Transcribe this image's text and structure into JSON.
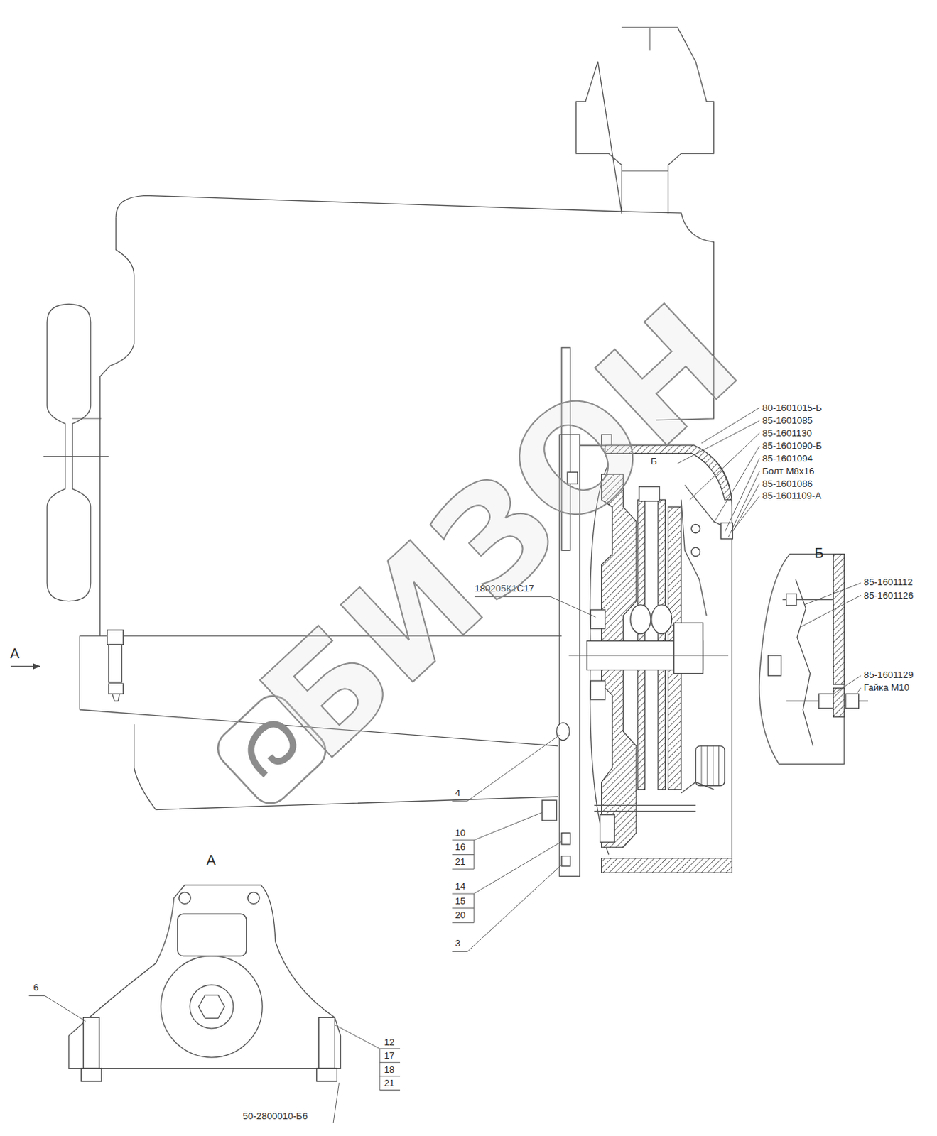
{
  "diagram": {
    "labels": [
      "80-1601015-Б",
      "85-1601085",
      "85-1601130",
      "85-1601090-Б",
      "85-1601094",
      "Болт М8х16",
      "85-1601086",
      "85-1601109-А",
      "Б",
      "Б",
      "85-1601112",
      "85-1601126",
      "85-1601129",
      "Гайка М10",
      "180205К1С17",
      "А",
      "4",
      "10",
      "16",
      "21",
      "14",
      "15",
      "20",
      "3",
      "А",
      "6",
      "12",
      "17",
      "18",
      "21",
      "50-2800010-Б6",
      "БИЗОН"
    ]
  }
}
